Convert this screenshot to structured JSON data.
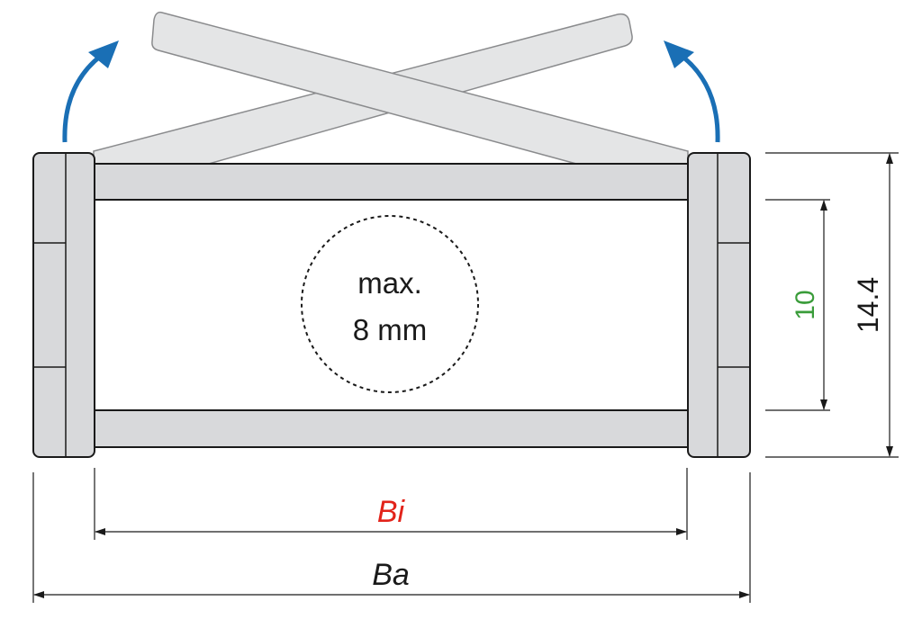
{
  "labels": {
    "max_line1": "max.",
    "max_line2": "8 mm",
    "inner_height": "10",
    "outer_height": "14.4",
    "inner_width": "Bi",
    "outer_width": "Ba"
  },
  "colors": {
    "frame_fill": "#d8d9db",
    "opened_bar_fill": "#e4e5e6",
    "outline": "#1a1a1a",
    "arrow_blue": "#1a6fb5",
    "inner_width_red": "#e2231a",
    "inner_height_green": "#3a9c3a"
  }
}
